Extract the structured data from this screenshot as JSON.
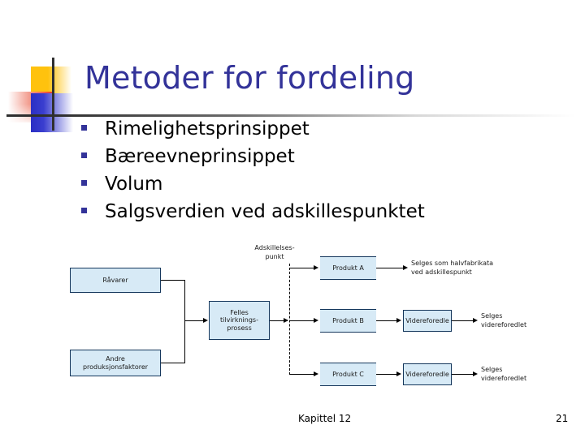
{
  "slide": {
    "title": "Metoder for fordeling",
    "bullets": [
      {
        "label": "Rimelighetsprinsippet"
      },
      {
        "label": "Bæreevneprinsippet"
      },
      {
        "label": "Volum"
      },
      {
        "label": "Salgsverdien ved adskillespunktet"
      }
    ],
    "footer": {
      "chapter": "Kapittel 12",
      "page_number": "21"
    }
  },
  "colors": {
    "title": "#333399",
    "bullet_marker": "#333399",
    "node_fill": "#d7eaf6",
    "node_border": "#15375c",
    "logo_yellow": "#FFC20E",
    "logo_red": "#E8402A",
    "logo_blue": "#2B2FC4",
    "rule": "#2f2f2f",
    "background": "#ffffff"
  },
  "diagram": {
    "type": "flowchart",
    "nodes": {
      "raavarer": "Råvarer",
      "andre": "Andre\nproduksjonsfaktorer",
      "felles": "Felles\ntilvirknings-\nprosess",
      "split_label": "Adskillelses-\npunkt",
      "produkt_a": "Produkt A",
      "produkt_b": "Produkt B",
      "produkt_c": "Produkt C",
      "videreforedle_b": "Videreforedle",
      "videreforedle_c": "Videreforedle",
      "outcome_a": "Selges som halvfabrikata\nved adskillespunkt",
      "outcome_b": "Selges\nvidereforedlet",
      "outcome_c": "Selges\nvidereforedlet"
    }
  }
}
